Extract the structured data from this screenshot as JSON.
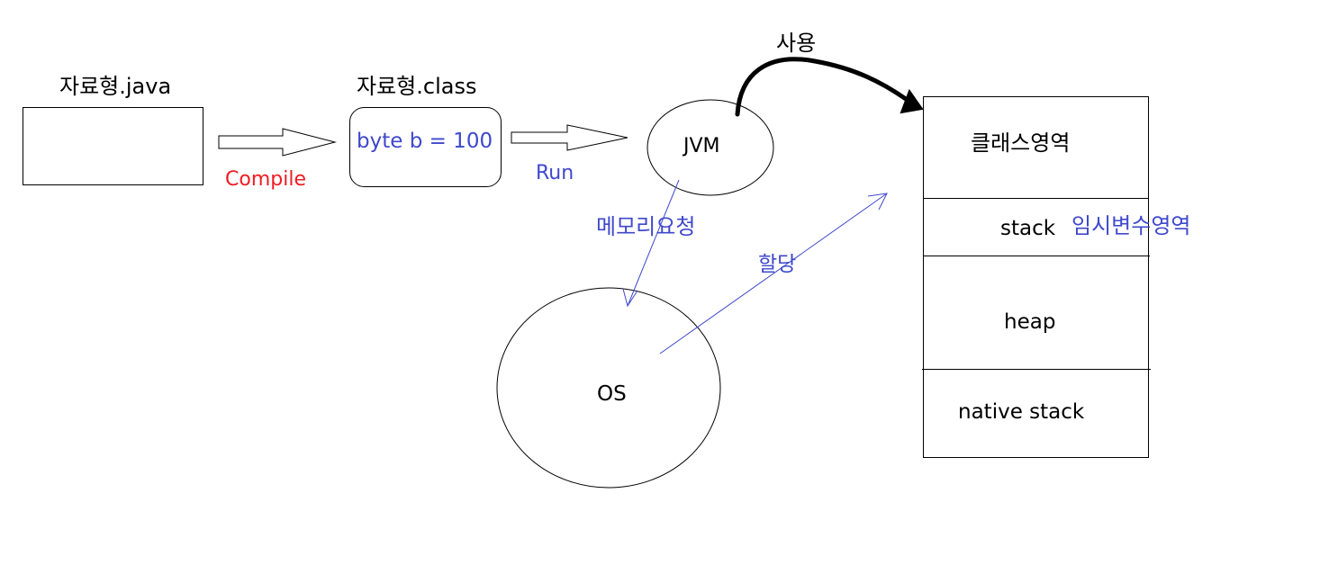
{
  "nodes": {
    "java_file_label": "자료형.java",
    "class_file_label": "자료형.class",
    "class_file_content": "byte b = 100",
    "jvm": "JVM",
    "os": "OS"
  },
  "edges": {
    "compile": "Compile",
    "run": "Run",
    "use": "사용",
    "memory_request": "메모리요청",
    "allocate": "할당"
  },
  "memory": {
    "class_area": "클래스영역",
    "stack": "stack",
    "stack_note": "임시변수영역",
    "heap": "heap",
    "native_stack": "native stack"
  },
  "colors": {
    "text": "#000000",
    "accent_blue": "#3f48cc",
    "accent_red": "#ed1c24"
  }
}
